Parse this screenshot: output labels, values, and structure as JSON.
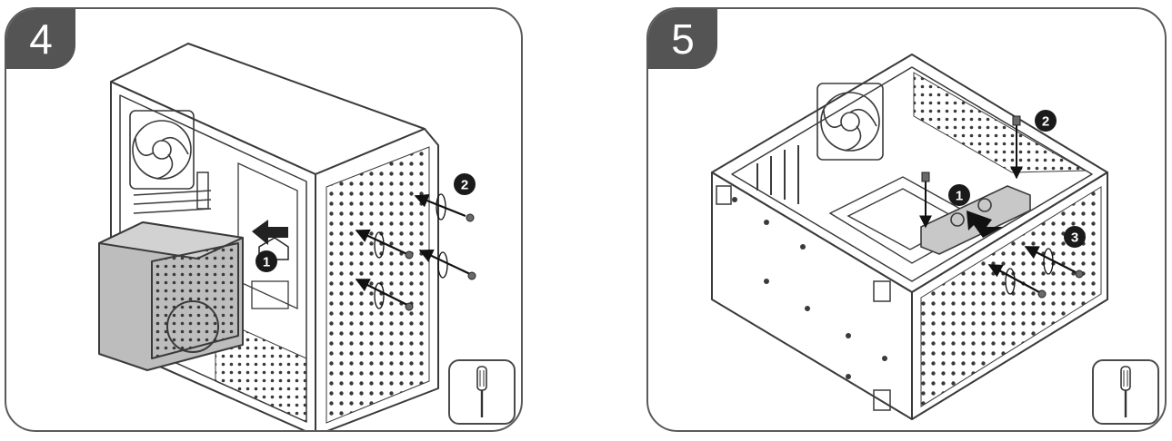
{
  "steps": [
    {
      "number": "4",
      "callouts": [
        "1",
        "2"
      ]
    },
    {
      "number": "5",
      "callouts": [
        "1",
        "2",
        "3"
      ]
    }
  ],
  "colors": {
    "line": "#3a3a3a",
    "badge": "#545454",
    "psu": "#bdbdbd",
    "callout": "#1a1a1a"
  },
  "icons": {
    "tool": "screwdriver-icon"
  }
}
